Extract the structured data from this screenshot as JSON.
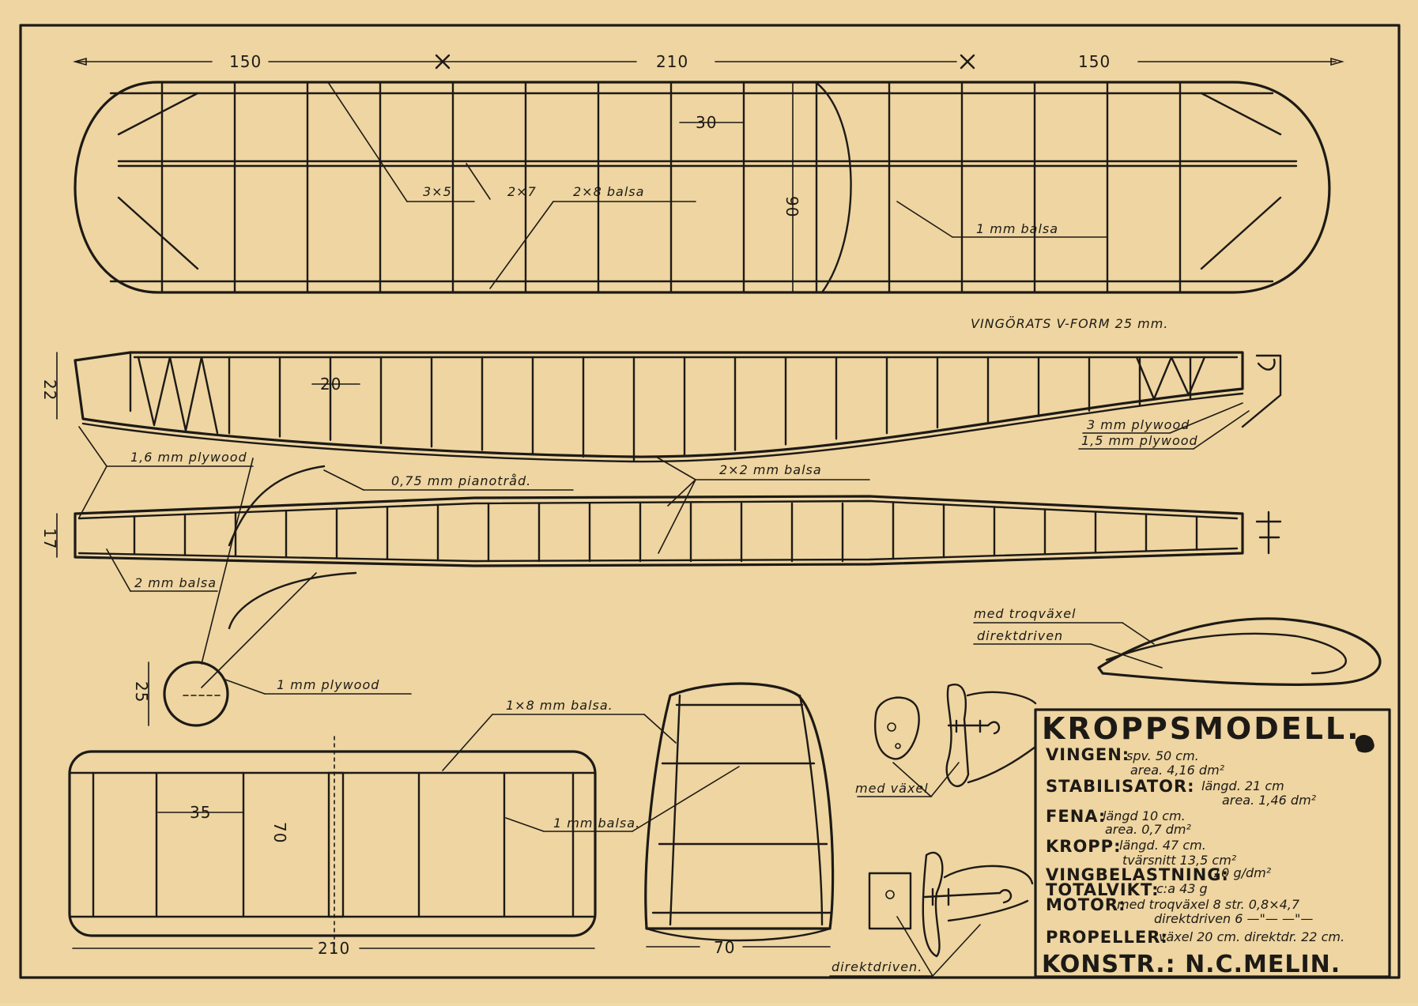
{
  "dimensions": {
    "wing_left": "150",
    "wing_center": "210",
    "wing_right": "150",
    "wing_rib_spacing": "30",
    "wing_chord": "90",
    "fuse_side_height": "22",
    "fuse_side_spacing": "20",
    "fuse_top_width": "17",
    "cross_section": "25",
    "stab_spacing": "35",
    "stab_chord": "70",
    "stab_span": "210",
    "fin_width": "70"
  },
  "labels": {
    "spar_3x5": "3×5",
    "spar_2x7": "2×7",
    "spar_2x8": "2×8 balsa",
    "wing_tip": "1 mm balsa",
    "dihedral": "VINGÖRATS V-FORM 25 mm.",
    "ply_16": "1,6 mm plywood",
    "ply_3": "3 mm plywood",
    "ply_15": "1,5 mm plywood",
    "pianotrad": "0,75 mm pianotråd.",
    "balsa_2x2": "2×2 mm balsa",
    "balsa_2mm": "2 mm balsa",
    "ply_1": "1 mm plywood",
    "balsa_1x8": "1×8 mm balsa.",
    "balsa_1mm": "1 mm balsa.",
    "med_troqvaxel": "med troqväxel",
    "direktdriven": "direktdriven",
    "med_vaxel": "med växel",
    "direktdriven_bottom": "direktdriven."
  },
  "title_block": {
    "title": "KROPPSMODELL.",
    "vingen_key": "VINGEN:",
    "vingen_1": "spv. 50 cm.",
    "vingen_2": "area. 4,16 dm²",
    "stab_key": "STABILISATOR:",
    "stab_1": "längd. 21 cm",
    "stab_2": "area. 1,46 dm²",
    "fena_key": "FENA:",
    "fena_1": "längd 10 cm.",
    "fena_2": "area. 0,7 dm²",
    "kropp_key": "KROPP:",
    "kropp_1": "längd. 47 cm.",
    "kropp_2": "tvärsnitt 13,5 cm²",
    "vingbel_key": "VINGBELASTNING:",
    "vingbel_1": "10 g/dm²",
    "total_key": "TOTALVIKT:",
    "total_1": "c:a 43 g",
    "motor_key": "MOTOR:",
    "motor_1": "med troqväxel 8 str. 0,8×4,7",
    "motor_2": "direktdriven 6 —\"— —\"—",
    "prop_key": "PROPELLER:",
    "prop_1": "växel 20 cm. direktdr. 22 cm.",
    "designer": "KONSTR.: N.C.MELIN."
  }
}
